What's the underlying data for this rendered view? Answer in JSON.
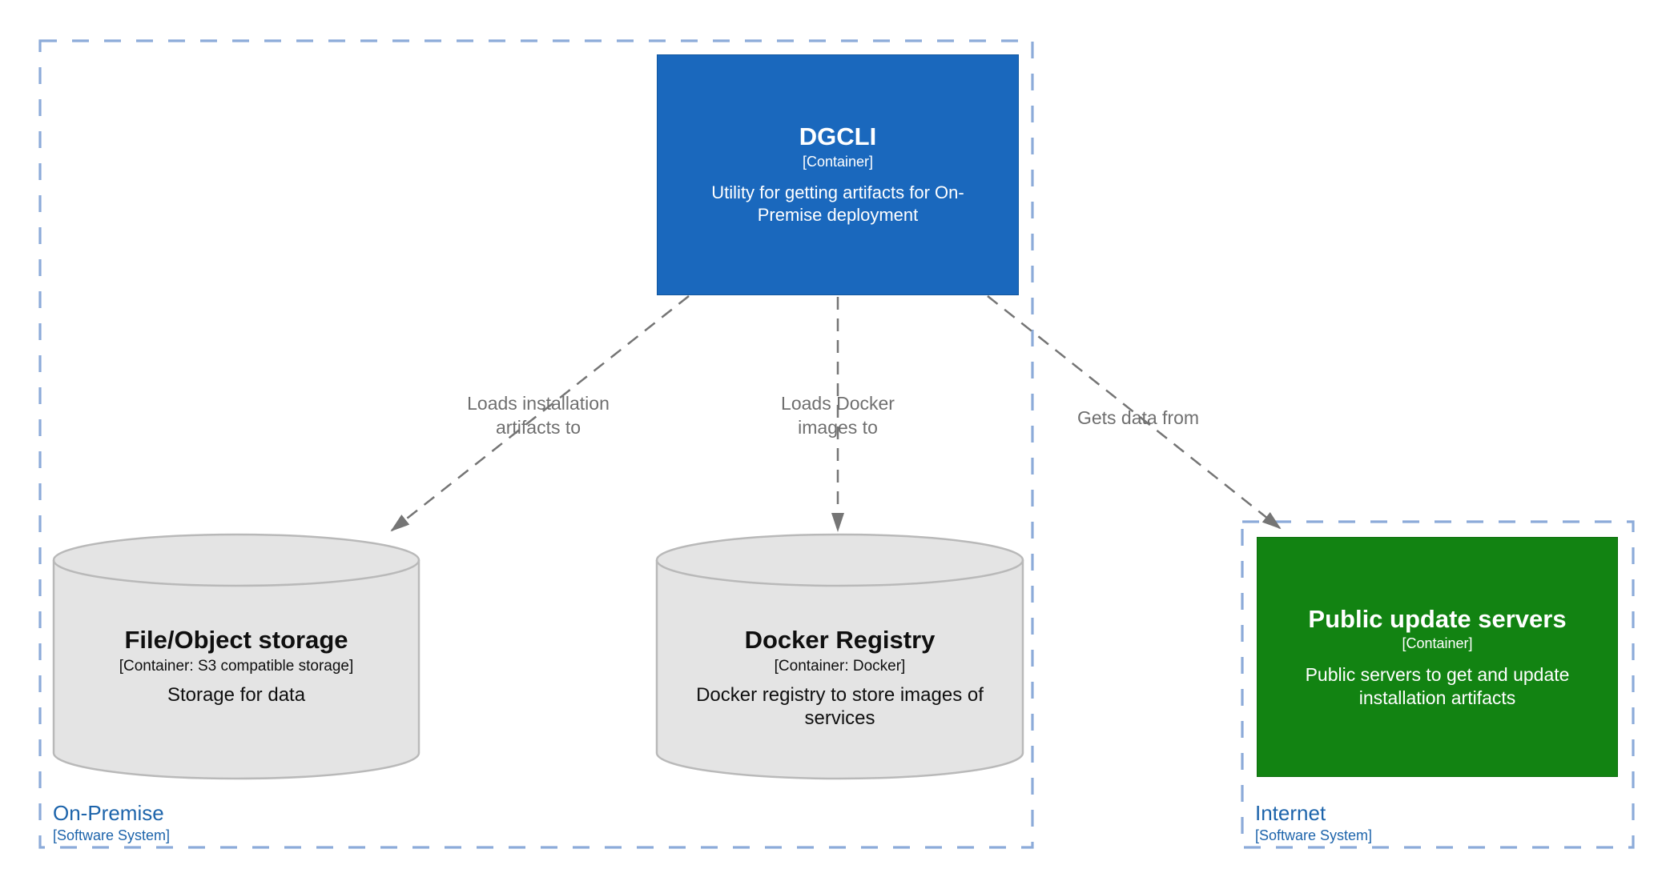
{
  "diagram": {
    "boundaries": [
      {
        "label": "On-Premise",
        "meta": "[Software System]"
      },
      {
        "label": "Internet",
        "meta": "[Software System]"
      }
    ],
    "nodes": [
      {
        "label": "DGCLI",
        "meta": "[Container]",
        "description": "Utility for getting artifacts for On-Premise deployment",
        "shape": "box",
        "fill": "#1a68bd",
        "text_color": "#ffffff",
        "boundary": "On-Premise"
      },
      {
        "label": "File/Object storage",
        "meta": "[Container: S3 compatible storage]",
        "description": "Storage for data",
        "shape": "cylinder",
        "fill": "#e4e4e4",
        "text_color": "#0f0f0f",
        "boundary": "On-Premise"
      },
      {
        "label": "Docker Registry",
        "meta": "[Container: Docker]",
        "description": "Docker registry to store images of services",
        "shape": "cylinder",
        "fill": "#e4e4e4",
        "text_color": "#0f0f0f",
        "boundary": "On-Premise"
      },
      {
        "label": "Public update servers",
        "meta": "[Container]",
        "description": "Public servers to get and update installation artifacts",
        "shape": "box",
        "fill": "#128312",
        "text_color": "#ffffff",
        "boundary": "Internet"
      }
    ],
    "edges": [
      {
        "from": "DGCLI",
        "to": "File/Object storage",
        "label": "Loads installation artifacts to",
        "style": "dashed"
      },
      {
        "from": "DGCLI",
        "to": "Docker Registry",
        "label": "Loads Docker images to",
        "style": "dashed"
      },
      {
        "from": "DGCLI",
        "to": "Public update servers",
        "label": "Gets data from",
        "style": "dashed"
      }
    ],
    "colors": {
      "background": "#ffffff",
      "boundary_stroke": "#8cabd9",
      "boundary_label": "#1d64ab",
      "edge_stroke": "#757575",
      "edge_label": "#6f6f6f",
      "container_blue": "#1a68bd",
      "container_green": "#128312",
      "cylinder_fill": "#e4e4e4",
      "cylinder_stroke": "#b9b9b9"
    }
  }
}
